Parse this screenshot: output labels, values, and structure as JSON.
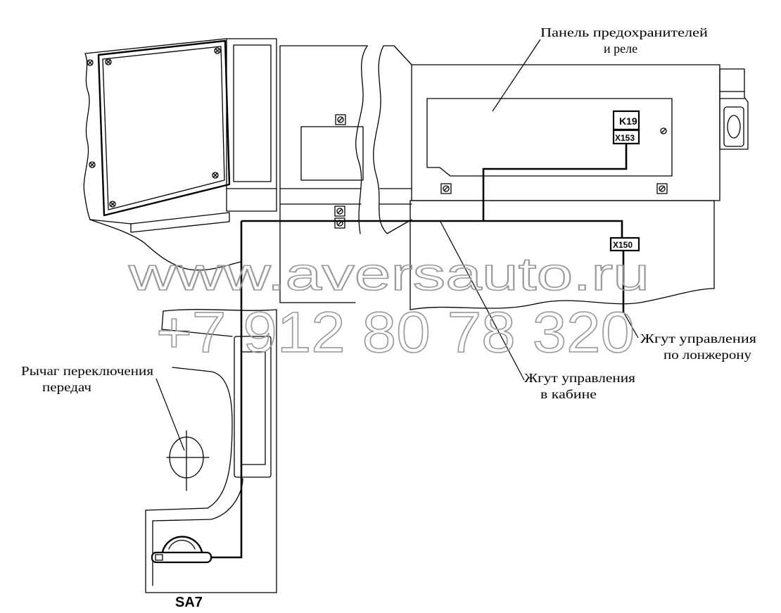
{
  "colors": {
    "background": "#ffffff",
    "line": "#000000",
    "watermark": "#9a9a9a"
  },
  "labels": {
    "fuse_panel": {
      "line1": "Панель предохранителей",
      "line2": "и реле"
    },
    "frame_harness": {
      "line1": "Жгут управления",
      "line2": "по лонжерону"
    },
    "cab_harness": {
      "line1": "Жгут управления",
      "line2": "в кабине"
    },
    "gear_lever": {
      "line1": "Рычаг переключения",
      "line2": "передач"
    }
  },
  "components": {
    "relay": "K19",
    "panel_connector": "X153",
    "frame_connector": "X150",
    "switch": "SA7"
  },
  "watermark": {
    "site": "www.aversauto.ru",
    "phone": "+7 912 80 78 320"
  }
}
